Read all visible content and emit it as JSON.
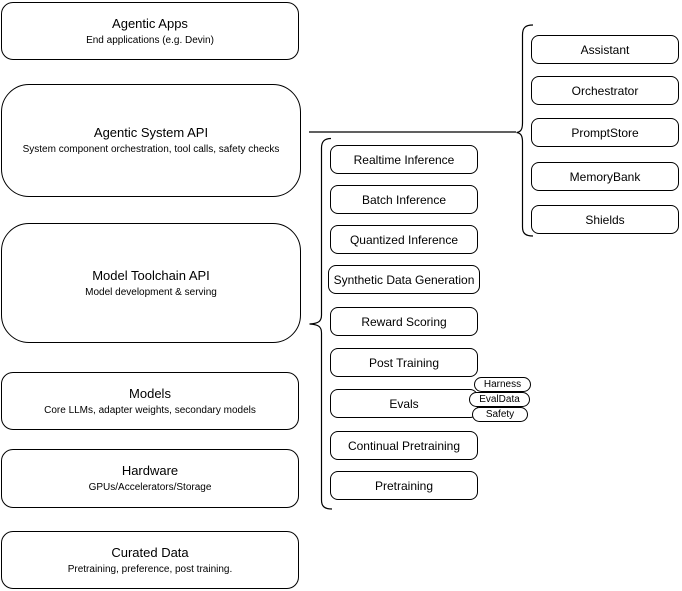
{
  "colors": {
    "stroke": "#000000",
    "fill": "#ffffff",
    "text": "#000000"
  },
  "stack": {
    "boxes": [
      {
        "title": "Agentic Apps",
        "subtitle": "End applications (e.g. Devin)"
      },
      {
        "title": "Agentic System API",
        "subtitle": "System component orchestration, tool calls, safety checks"
      },
      {
        "title": "Model Toolchain API",
        "subtitle": "Model development & serving"
      },
      {
        "title": "Models",
        "subtitle": "Core LLMs, adapter weights, secondary models"
      },
      {
        "title": "Hardware",
        "subtitle": "GPUs/Accelerators/Storage"
      },
      {
        "title": "Curated Data",
        "subtitle": "Pretraining, preference, post training."
      }
    ]
  },
  "toolchain": {
    "items": [
      {
        "label": "Realtime Inference"
      },
      {
        "label": "Batch Inference"
      },
      {
        "label": "Quantized Inference"
      },
      {
        "label": "Synthetic Data Generation"
      },
      {
        "label": "Reward Scoring"
      },
      {
        "label": "Post Training"
      },
      {
        "label": "Evals"
      },
      {
        "label": "Continual Pretraining"
      },
      {
        "label": "Pretraining"
      }
    ],
    "evals_badges": [
      {
        "label": "Harness"
      },
      {
        "label": "EvalData"
      },
      {
        "label": "Safety"
      }
    ]
  },
  "system_components": {
    "items": [
      {
        "label": "Assistant"
      },
      {
        "label": "Orchestrator"
      },
      {
        "label": "PromptStore"
      },
      {
        "label": "MemoryBank"
      },
      {
        "label": "Shields"
      }
    ]
  }
}
